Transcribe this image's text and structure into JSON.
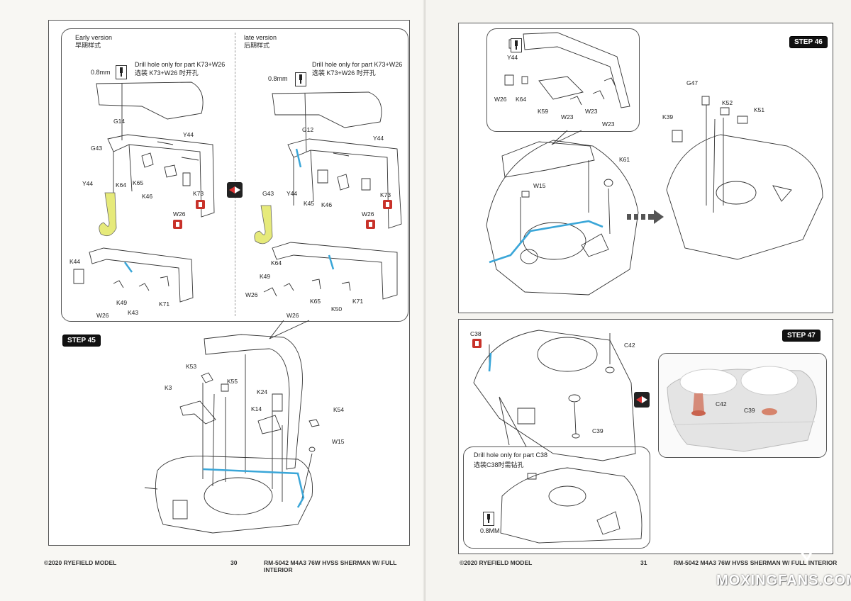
{
  "left_page": {
    "subframe": {
      "early": {
        "title_en": "Early version",
        "title_cn": "早期样式",
        "drill_en": "Drill hole only for part K73+W26",
        "drill_cn": "选装 K73+W26 时开孔",
        "drill_size": "0.8mm"
      },
      "late": {
        "title_en": "late version",
        "title_cn": "后期样式",
        "drill_en": "Drill hole only for part K73+W26",
        "drill_cn": "选装 K73+W26 时开孔",
        "drill_size": "0.8mm"
      },
      "early_labels": [
        "G14",
        "G43",
        "Y44",
        "Y44",
        "K64",
        "K65",
        "K46",
        "K73",
        "W26",
        "K44",
        "W26",
        "K49",
        "K43",
        "K71"
      ],
      "late_labels": [
        "G12",
        "Y44",
        "G43",
        "Y44",
        "K45",
        "K46",
        "K73",
        "W26",
        "K64",
        "K49",
        "W26",
        "W26",
        "K65",
        "K50",
        "K71"
      ]
    },
    "step": "STEP 45",
    "step_labels": [
      "K53",
      "K3",
      "K55",
      "K24",
      "K14",
      "K54",
      "W15"
    ],
    "footer_left": "©2020 RYEFIELD MODEL",
    "page_number": "30",
    "footer_right": "RM-5042  M4A3 76W HVSS SHERMAN W/ FULL INTERIOR"
  },
  "right_page": {
    "step46": "STEP 46",
    "step46_inset_labels": [
      "Y44",
      "W26",
      "K64",
      "K59",
      "W23",
      "W23",
      "W23"
    ],
    "step46_labels": [
      "K61",
      "W15",
      "G47",
      "K52",
      "K51",
      "K39"
    ],
    "step47": "STEP 47",
    "step47_labels": [
      "C38",
      "C42",
      "C39"
    ],
    "photo_labels": [
      "C42",
      "C39"
    ],
    "drill_box": {
      "en": "Drill hole only for part C38",
      "cn": "选装C38时需钻孔",
      "size": "0.8MM"
    },
    "footer_left": "©2020 RYEFIELD MODEL",
    "page_number": "31",
    "footer_right": "RM-5042  M4A3 76W HVSS SHERMAN W/ FULL INTERIOR"
  },
  "watermark": "MOXINGFANS.COM",
  "colors": {
    "highlight_blue": "#3aa6d8",
    "part_yellow": "#e6ea7a",
    "marker_red": "#c8322a"
  }
}
